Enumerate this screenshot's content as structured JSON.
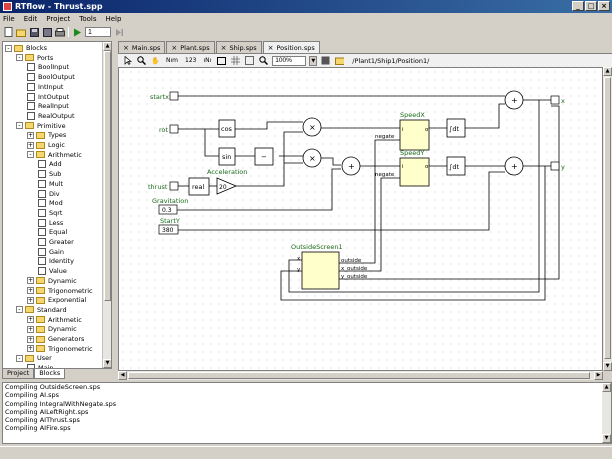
{
  "window": {
    "title": "RTflow - Thrust.spp",
    "min": "_",
    "max": "□",
    "close": "×"
  },
  "menu": [
    "File",
    "Edit",
    "Project",
    "Tools",
    "Help"
  ],
  "toolbar": {
    "frame_value": "1"
  },
  "tree": {
    "items": [
      {
        "label": "Blocks",
        "depth": 0,
        "kind": "folder",
        "exp": "-"
      },
      {
        "label": "Ports",
        "depth": 1,
        "kind": "folder",
        "exp": "-"
      },
      {
        "label": "BoolInput",
        "depth": 2,
        "kind": "block"
      },
      {
        "label": "BoolOutput",
        "depth": 2,
        "kind": "block"
      },
      {
        "label": "IntInput",
        "depth": 2,
        "kind": "block"
      },
      {
        "label": "IntOutput",
        "depth": 2,
        "kind": "block"
      },
      {
        "label": "RealInput",
        "depth": 2,
        "kind": "block"
      },
      {
        "label": "RealOutput",
        "depth": 2,
        "kind": "block"
      },
      {
        "label": "Primitive",
        "depth": 1,
        "kind": "folder",
        "exp": "-"
      },
      {
        "label": "Types",
        "depth": 2,
        "kind": "folder",
        "exp": "+"
      },
      {
        "label": "Logic",
        "depth": 2,
        "kind": "folder",
        "exp": "+"
      },
      {
        "label": "Arithmetic",
        "depth": 2,
        "kind": "folder",
        "exp": "-"
      },
      {
        "label": "Add",
        "depth": 3,
        "kind": "block"
      },
      {
        "label": "Sub",
        "depth": 3,
        "kind": "block"
      },
      {
        "label": "Mult",
        "depth": 3,
        "kind": "block"
      },
      {
        "label": "Div",
        "depth": 3,
        "kind": "block"
      },
      {
        "label": "Mod",
        "depth": 3,
        "kind": "block"
      },
      {
        "label": "Sqrt",
        "depth": 3,
        "kind": "block"
      },
      {
        "label": "Less",
        "depth": 3,
        "kind": "block"
      },
      {
        "label": "Equal",
        "depth": 3,
        "kind": "block"
      },
      {
        "label": "Greater",
        "depth": 3,
        "kind": "block"
      },
      {
        "label": "Gain",
        "depth": 3,
        "kind": "block"
      },
      {
        "label": "Identity",
        "depth": 3,
        "kind": "block"
      },
      {
        "label": "Value",
        "depth": 3,
        "kind": "block"
      },
      {
        "label": "Dynamic",
        "depth": 2,
        "kind": "folder",
        "exp": "+"
      },
      {
        "label": "Trigonometric",
        "depth": 2,
        "kind": "folder",
        "exp": "+"
      },
      {
        "label": "Exponential",
        "depth": 2,
        "kind": "folder",
        "exp": "+"
      },
      {
        "label": "Standard",
        "depth": 1,
        "kind": "folder",
        "exp": "-"
      },
      {
        "label": "Arithmetic",
        "depth": 2,
        "kind": "folder",
        "exp": "+"
      },
      {
        "label": "Dynamic",
        "depth": 2,
        "kind": "folder",
        "exp": "+"
      },
      {
        "label": "Generators",
        "depth": 2,
        "kind": "folder",
        "exp": "+"
      },
      {
        "label": "Trigonometric",
        "depth": 2,
        "kind": "folder",
        "exp": "+"
      },
      {
        "label": "User",
        "depth": 1,
        "kind": "folder",
        "exp": "-"
      },
      {
        "label": "Main",
        "depth": 2,
        "kind": "block"
      }
    ]
  },
  "bottom_tabs": [
    "Project",
    "Blocks"
  ],
  "doc_tabs": [
    "Main.sps",
    "Plant.sps",
    "Ship.sps",
    "Position.sps"
  ],
  "canvas_toolbar": {
    "num_btn": "Nım",
    "num123": "123",
    "num_sub": "ıNı",
    "zoom": "100%",
    "path": "/Plant1/Ship1/Position1/"
  },
  "diagram": {
    "in_startx": "startx",
    "in_rot": "rot",
    "in_thrust": "thrust",
    "cos": "cos",
    "sin": "sin",
    "minus": "−",
    "real": "real",
    "gain_val": "20",
    "accel_label": "Acceleration",
    "gravity_label": "Gravitation",
    "gravity_val": "0.3",
    "starty_label": "StartY",
    "starty_val": "380",
    "mult": "×",
    "plus": "+",
    "speedx": "SpeedX",
    "speedy": "SpeedY",
    "negate": "negate",
    "port_i": "i",
    "port_o": "o",
    "integ": "∫dt",
    "os_label": "OutsideScreen1",
    "os_x": "x",
    "os_y": "y",
    "os_outside": "outside",
    "os_xout": "x_outside",
    "os_yout": "y_outside",
    "out_x": "x",
    "out_y": "y"
  },
  "output": [
    "Compiling OutsideScreen.sps",
    "Compiling AI.sps",
    "Compiling IntegralWithNegate.sps",
    "Compiling AILeftRight.sps",
    "Compiling AIThrust.sps",
    "Compiling AIFire.sps"
  ]
}
